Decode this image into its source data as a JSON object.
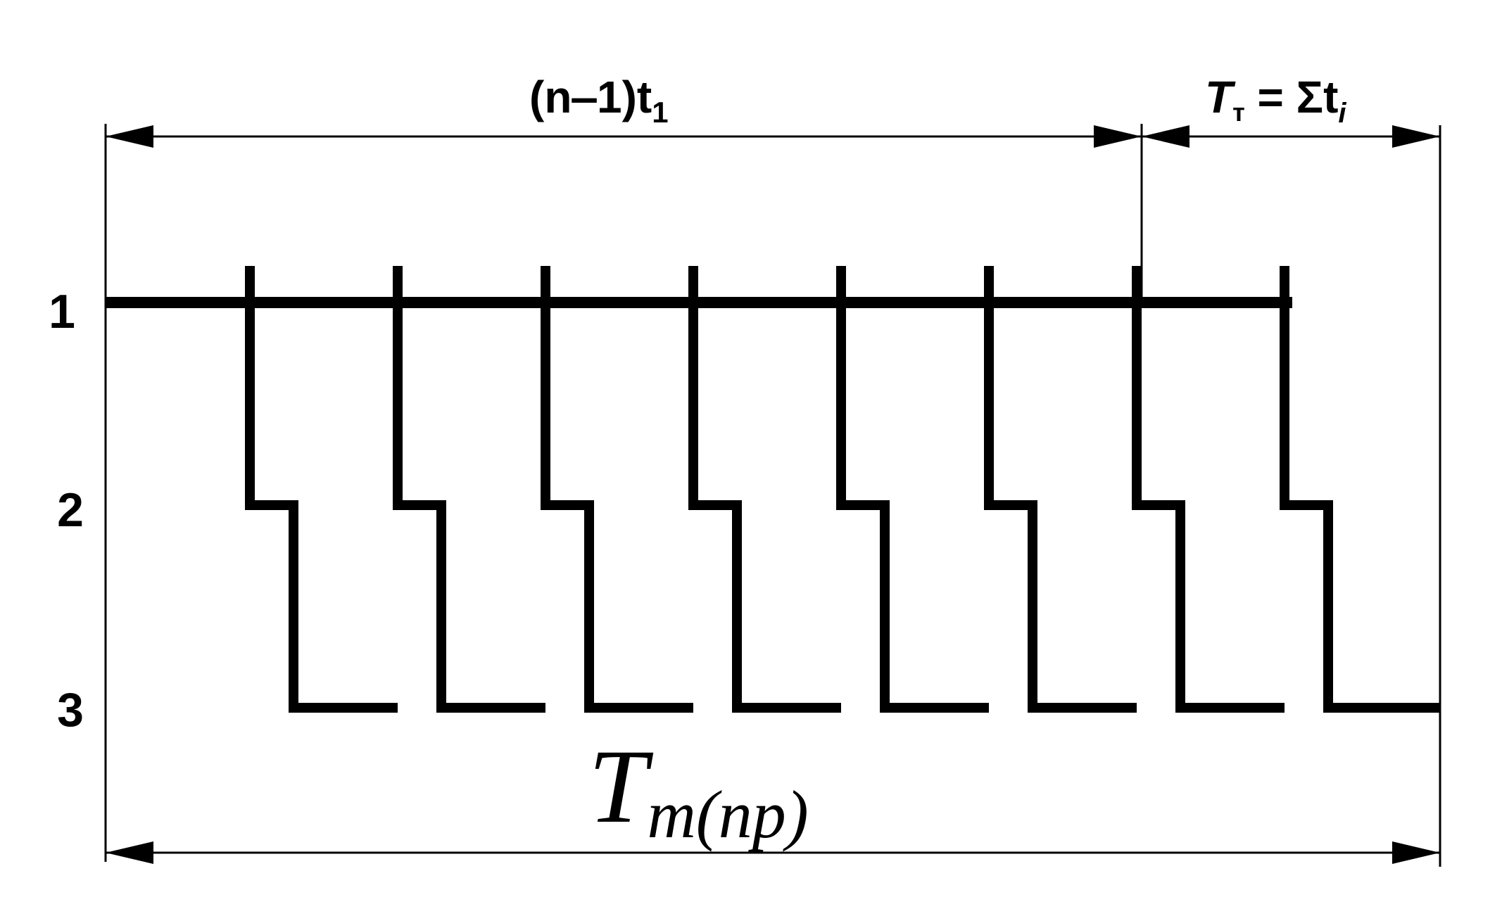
{
  "labels": {
    "top_left_dim": {
      "base": "(n‒1)t",
      "sub": "1"
    },
    "top_right_dim": {
      "base": "T",
      "sub1": "т",
      "mid": " = Σt",
      "sub2": "i"
    },
    "bottom_dim": {
      "base": "T",
      "sub": "m(np)"
    }
  },
  "rows": [
    {
      "id": "1",
      "label": "1"
    },
    {
      "id": "2",
      "label": "2"
    },
    {
      "id": "3",
      "label": "3"
    }
  ],
  "batch_count": 8,
  "stroke_color": "#000000"
}
